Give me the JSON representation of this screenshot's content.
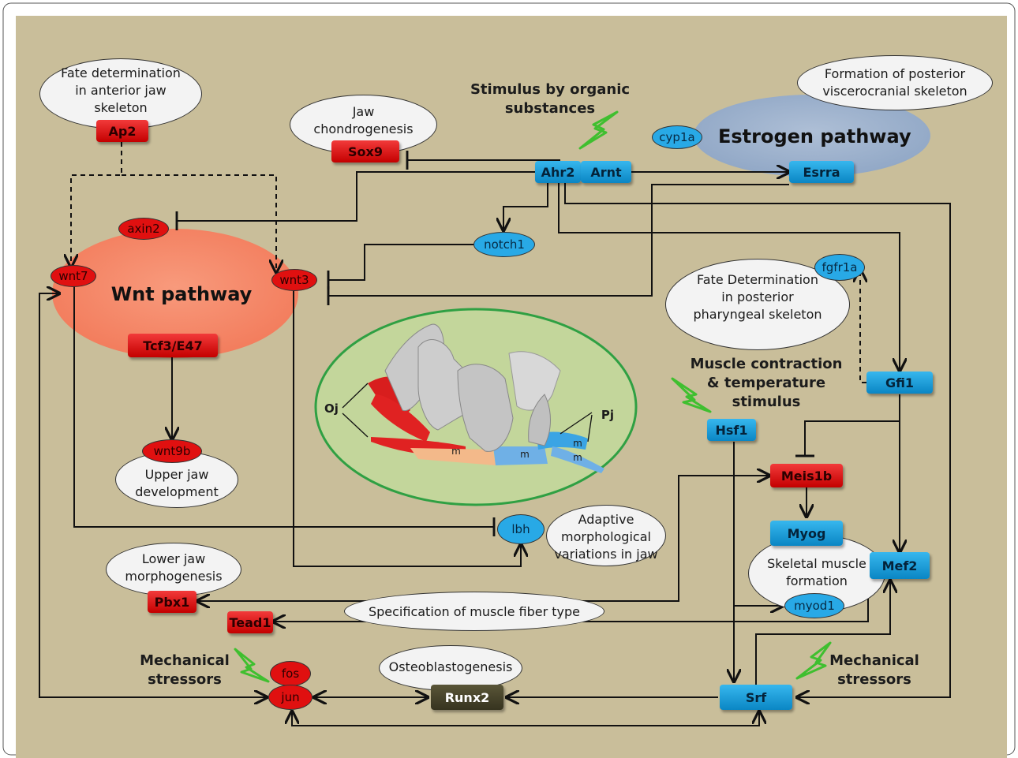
{
  "colors": {
    "background": "#c9be9a",
    "gene_red": "#dd1b1b",
    "gene_blue": "#1a9ad6",
    "runx2_dark": "#4a4630",
    "wnt_pathway": "#f58a6a",
    "estrogen_pathway": "#9fb3cc",
    "stimulus_bolt": "#3fbf2f",
    "jaw_panel_fill": "#c3d69b",
    "jaw_panel_border": "#2fa043"
  },
  "pathways": {
    "wnt": "Wnt pathway",
    "estrogen": "Estrogen pathway"
  },
  "processes": {
    "anterior_jaw": [
      "Fate determination",
      "in anterior jaw",
      "skeleton"
    ],
    "jaw_chondrogenesis": [
      "Jaw",
      "chondrogenesis"
    ],
    "posterior_viscerocranial": [
      "Formation of posterior",
      "viscerocranial skeleton"
    ],
    "posterior_pharyngeal": [
      "Fate Determination",
      "in posterior",
      "pharyngeal skeleton"
    ],
    "upper_jaw": [
      "Upper jaw",
      "development"
    ],
    "adaptive_variations": [
      "Adaptive",
      "morphological",
      "variations in jaw"
    ],
    "lower_jaw": [
      "Lower jaw",
      "morphogenesis"
    ],
    "skeletal_muscle": [
      "Skeletal muscle",
      "formation"
    ],
    "muscle_fiber": "Specification of muscle fiber type",
    "osteoblastogenesis": "Osteoblastogenesis"
  },
  "stimuli": {
    "organic": [
      "Stimulus by organic",
      "substances"
    ],
    "muscle_temp": [
      "Muscle contraction",
      "& temperature",
      "stimulus"
    ],
    "mech_left": [
      "Mechanical",
      "stressors"
    ],
    "mech_right": [
      "Mechanical",
      "stressors"
    ],
    "bolt_icon": "lightning-bolt-icon"
  },
  "genes": {
    "ap2": "Ap2",
    "sox9": "Sox9",
    "ahr2": "Ahr2",
    "arnt": "Arnt",
    "esrra": "Esrra",
    "cyp1a": "cyp1a",
    "axin2": "axin2",
    "notch1": "notch1",
    "wnt7": "wnt7",
    "wnt3": "wnt3",
    "tcf3": "Tcf3/E47",
    "wnt9b": "wnt9b",
    "fgfr1a": "fgfr1a",
    "gfi1": "Gfi1",
    "hsf1": "Hsf1",
    "meis1b": "Meis1b",
    "myog": "Myog",
    "mef2": "Mef2",
    "myod1": "myod1",
    "lbh": "lbh",
    "pbx1": "Pbx1",
    "tead1": "Tead1",
    "fos": "fos",
    "jun": "jun",
    "runx2": "Runx2",
    "srf": "Srf"
  },
  "jaw_image": {
    "oj": "Oj",
    "pj": "Pj",
    "m": "m"
  }
}
